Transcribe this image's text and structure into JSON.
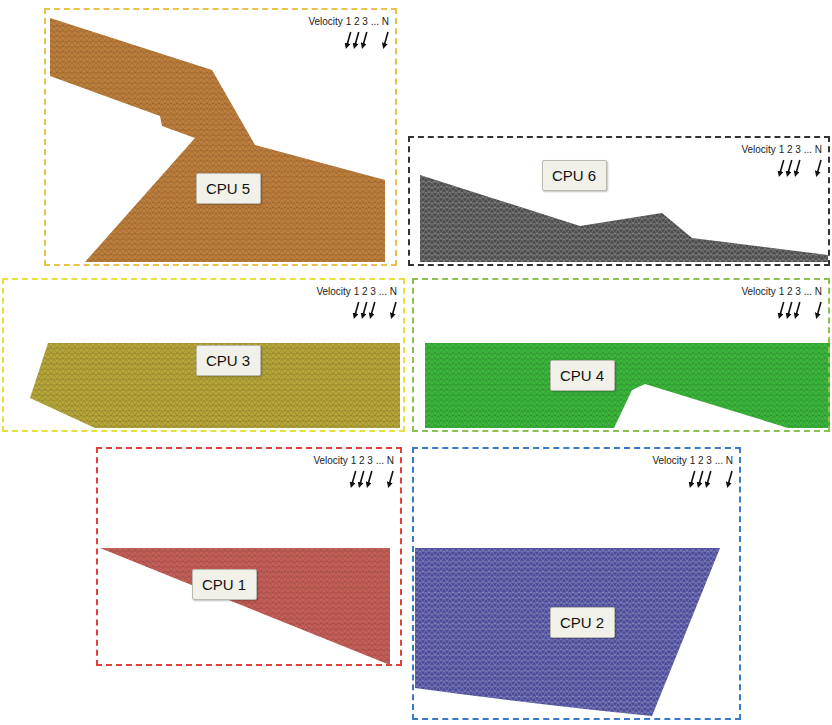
{
  "diagram": {
    "nodes": [
      {
        "text": [
          "Velocity 1 2 3 ... N"
        ]
      },
      {
        "text": [
          "CPU 5"
        ],
        "in": 0
      },
      {
        "text": [
          "Velocity 1 2 3 ... N"
        ]
      },
      {
        "text": [
          "CPU 6"
        ],
        "in": 2
      },
      {
        "text": [
          "Velocity 1 2 3 ... N"
        ]
      },
      {
        "text": [
          "CPU 3"
        ],
        "in": 4
      },
      {
        "text": [
          "Velocity 1 2 3 ... N"
        ]
      },
      {
        "text": [
          "CPU 4"
        ],
        "in": 6
      },
      {
        "text": [
          "Velocity 1 2 3 ... N"
        ]
      },
      {
        "text": [
          "CPU 1"
        ],
        "in": 8
      },
      {
        "text": [
          "Velocity 1 2 3 ... N"
        ]
      },
      {
        "text": [
          "CPU 2"
        ],
        "in": 10
      }
    ]
  }
}
